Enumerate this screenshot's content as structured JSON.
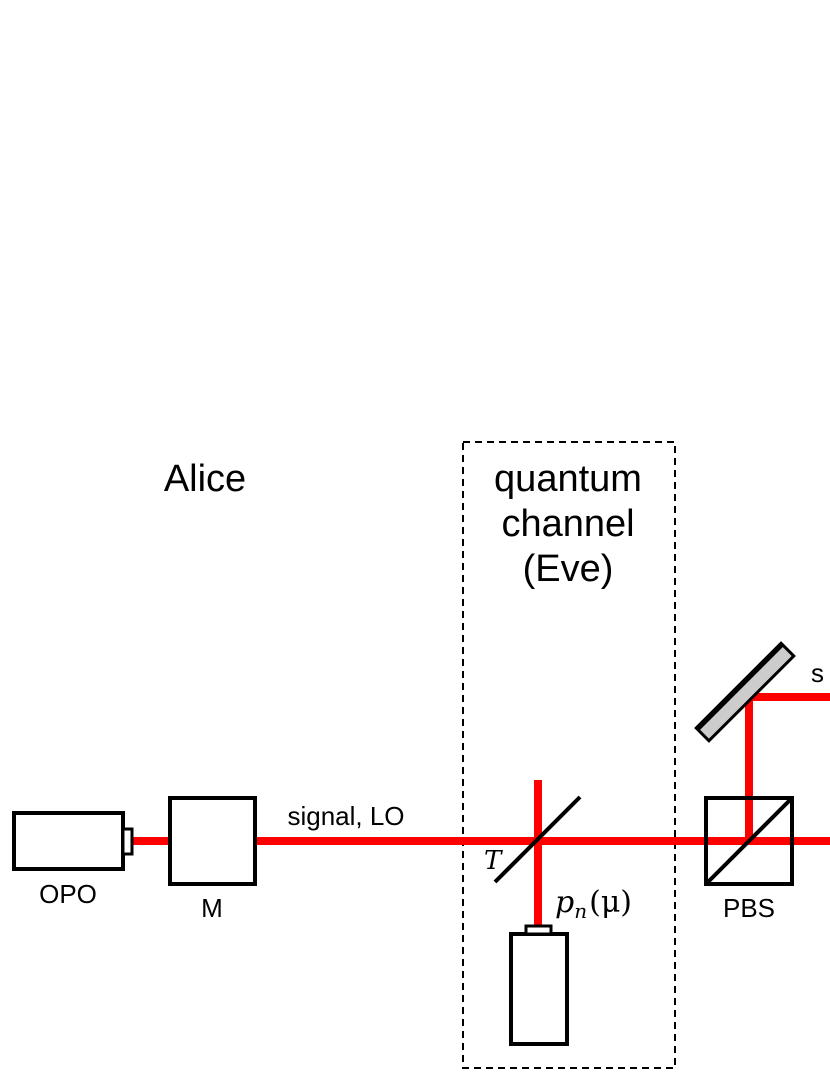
{
  "labels": {
    "alice": "Alice",
    "channel_line1": "quantum",
    "channel_line2": "channel",
    "channel_line3": "(Eve)",
    "opo": "OPO",
    "modulator": "M",
    "beam_signal_lo": "signal, LO",
    "transmission": "T",
    "noise_source": "p",
    "noise_source_sub": "n",
    "noise_source_arg": "(μ)",
    "pbs": "PBS",
    "signal_partial": "s"
  },
  "colors": {
    "beam": "#ff0000",
    "outline": "#000000",
    "mirror_fill": "#cccccc",
    "background": "#ffffff"
  }
}
